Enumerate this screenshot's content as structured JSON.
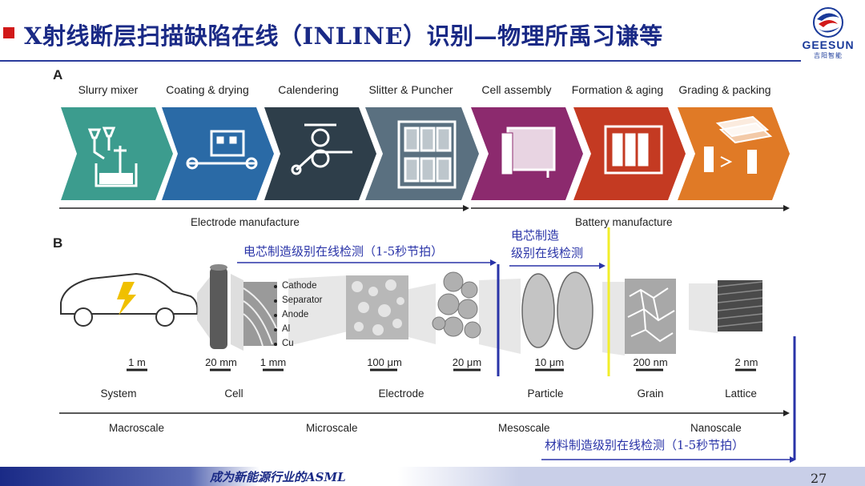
{
  "title": "X射线断层扫描缺陷在线（INLINE）识别—物理所禹习谦等",
  "logo": {
    "name": "GEESUN",
    "sub": "吉阳智能"
  },
  "panel_a": {
    "letter": "A",
    "steps": [
      {
        "label": "Slurry mixer",
        "color": "#3c9c8e"
      },
      {
        "label": "Coating & drying",
        "color": "#2a6aa6"
      },
      {
        "label": "Calendering",
        "color": "#2e3e4a"
      },
      {
        "label": "Slitter & Puncher",
        "color": "#5a7080"
      },
      {
        "label": "Cell assembly",
        "color": "#8c2a6e"
      },
      {
        "label": "Formation & aging",
        "color": "#c43a22"
      },
      {
        "label": "Grading & packing",
        "color": "#e07a26"
      }
    ],
    "electrode_label": "Electrode manufacture",
    "battery_label": "Battery manufacture"
  },
  "panel_b": {
    "letter": "B",
    "layers": [
      "Cathode",
      "Separator",
      "Anode",
      "Al",
      "Cu"
    ],
    "scales": [
      "1 m",
      "20 mm",
      "1 mm",
      "100 μm",
      "20 μm",
      "10 μm",
      "200 nm",
      "2 nm"
    ],
    "categories": [
      "System",
      "Cell",
      "Electrode",
      "Particle",
      "Grain",
      "Lattice"
    ],
    "axis": [
      "Macroscale",
      "Microscale",
      "Mesoscale",
      "Nanoscale"
    ]
  },
  "notes": {
    "cell_inline": "电芯制造级别在线检测（1-5秒节拍）",
    "cell_inline2_line1": "电芯制造",
    "cell_inline2_line2": "级别在线检测",
    "material_inline": "材料制造级别在线检测（1-5秒节拍）"
  },
  "footer": {
    "slogan": "成为新能源行业的ASML",
    "page": "27"
  },
  "colors": {
    "title": "#1a2a86",
    "accent_red": "#d11919",
    "note_blue": "#2a34a8",
    "yellow_line": "#f2ee2a",
    "footer_blue": "#1a2a86"
  }
}
